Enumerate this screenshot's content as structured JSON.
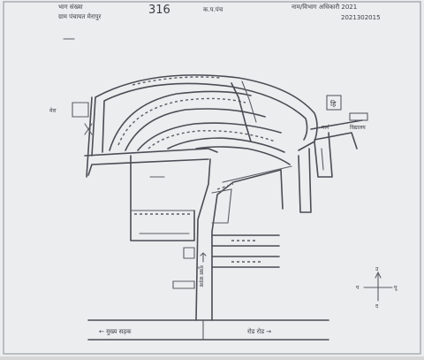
{
  "header": {
    "left_line1": "भाग संख्या",
    "left_line2": "ग्राम पंचायत मेरापुर",
    "sheet_number": "316",
    "middle_text": "क.प.पंच",
    "right_line1": "नाम/विभाग अधिकारी 2021",
    "right_line2": "2021302015"
  },
  "labels": {
    "top_left_building": "मेरा",
    "right_school_label": "विद्यालय",
    "right_box_symbol": "हि",
    "main_road_vertical": "मुख्य सड़क",
    "left_junction_label": "मार्ग",
    "bottom_left_road": "← मुख्य सड़क",
    "bottom_right_road": "रोड रोड →"
  },
  "compass": {
    "north": "उ",
    "south": "द",
    "east": "पू",
    "west": "प"
  }
}
